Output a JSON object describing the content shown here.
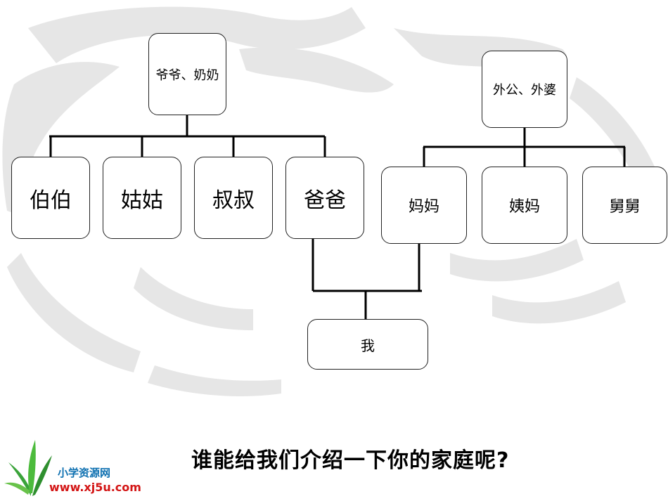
{
  "nodes": {
    "grandparents_paternal": "爷爷、奶奶",
    "grandparents_maternal": "外公、外婆",
    "bobo": "伯伯",
    "gugu": "姑姑",
    "shushu": "叔叔",
    "baba": "爸爸",
    "mama": "妈妈",
    "yima": "姨妈",
    "jiujiu": "舅舅",
    "me": "我"
  },
  "caption": "谁能给我们介绍一下你的家庭呢?",
  "logo": {
    "name": "小学资源网",
    "url": "www.xj5u.com"
  },
  "colors": {
    "line": "#000000",
    "watermark": "#e3e3e3",
    "logo_blue": "#0c6fb0",
    "logo_red": "#d31515",
    "logo_green": "#3aa33a"
  }
}
